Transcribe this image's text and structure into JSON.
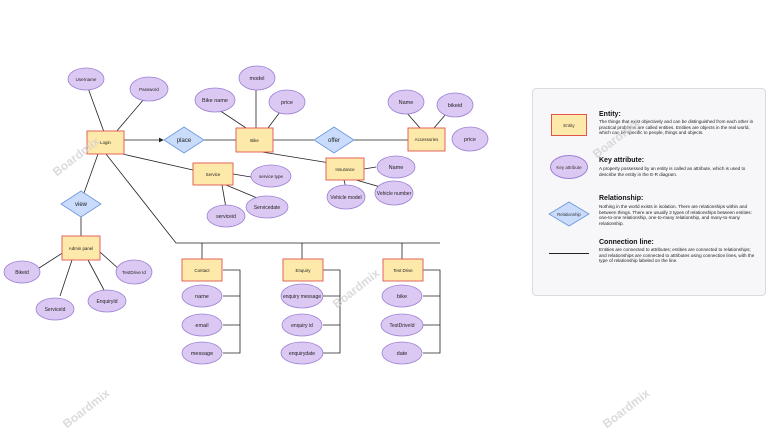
{
  "entities": {
    "login": "Login",
    "bike": "Bike",
    "accessories": "Accessories",
    "service": "Service",
    "insurance": "Insurance",
    "admin_panel": "Admin panel",
    "contact": "Contact",
    "enquiry": "Enquiry",
    "test_drive": "Test Drive"
  },
  "relationships": {
    "place": "place",
    "offer": "offer",
    "view": "view"
  },
  "attributes": {
    "user_name": "Username",
    "password": "Password",
    "bike_name": "Bike name",
    "model": "model",
    "price_bike": "price",
    "acc_name": "Name",
    "acc_bikeid": "bikeid",
    "acc_price": "price",
    "service_type": "service type",
    "service_id": "serviceid",
    "service_date": "Servicedate",
    "ins_name": "Name",
    "vehicle_model": "Vehicle model",
    "vehicle_number": "Vehicle number",
    "admin_bikeid": "Bikeid",
    "admin_testdriveid": "TestDrive Id",
    "admin_serviceid": "ServiceId",
    "admin_enquiryid": "EnquiryId",
    "contact_name": "name",
    "contact_email": "email",
    "contact_message": "message",
    "enquiry_message": "enquiry message",
    "enquiry_bikeid": "enquiry id",
    "enquiry_date": "enquirydate",
    "td_bike": "bike",
    "td_id": "TestDriveId",
    "td_date": "date"
  },
  "legend": {
    "entity_sample": "Entity",
    "entity_title": "Entity:",
    "entity_desc": "The things that exist objectively and can be distinguished from each other in practical problems are called entities. Entities are objects in the real world, which can be specific to people, things and objects.",
    "key_sample": "Key attribute",
    "key_title": "Key attribute:",
    "key_desc": "A property possessed by an entity is called an attribute, which is used to describe the entity in the E-R diagram.",
    "rel_sample": "Relationship",
    "rel_title": "Relationship:",
    "rel_desc": "Nothing in the world exists in isolation. There are relationships within and between things. There are usually 3 types of relationships between entities: one-to-one relationship, one-to-many relationship, and many-to-many relationship.",
    "conn_title": "Connection line:",
    "conn_desc": "Entities are connected to attributes; entities are connected to relationships; and relationships are connected to attributes using connection lines, with the type of relationship labeled on the line."
  },
  "watermark": "Boardmix",
  "colors": {
    "entity_fill": "#fde9a9",
    "entity_border": "#e0564f",
    "attr_fill": "#dcc9f3",
    "attr_border": "#9a80d4",
    "rel_fill": "#c9dcfb",
    "rel_border": "#6b93dc"
  }
}
